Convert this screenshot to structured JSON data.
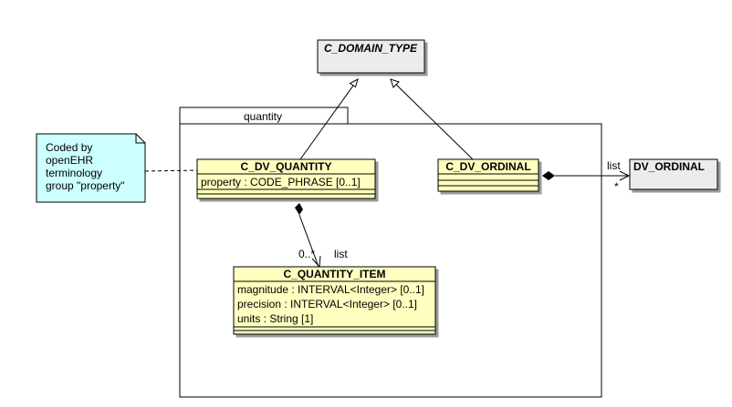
{
  "diagram": {
    "package": {
      "name": "quantity"
    },
    "classes": {
      "c_domain_type": {
        "name": "C_DOMAIN_TYPE"
      },
      "c_dv_quantity": {
        "name": "C_DV_QUANTITY",
        "attributes": [
          "property : CODE_PHRASE [0..1]"
        ]
      },
      "c_dv_ordinal": {
        "name": "C_DV_ORDINAL"
      },
      "dv_ordinal": {
        "name": "DV_ORDINAL"
      },
      "c_quantity_item": {
        "name": "C_QUANTITY_ITEM",
        "attributes": [
          "magnitude : INTERVAL<Integer> [0..1]",
          "precision : INTERVAL<Integer> [0..1]",
          "units : String [1]"
        ]
      }
    },
    "note": {
      "lines": [
        "Coded by",
        "openEHR",
        "terminology",
        "group \"property\""
      ]
    },
    "associations": {
      "ordinal_list": {
        "role": "list",
        "multiplicity": "*"
      },
      "quantity_list": {
        "role": "list",
        "multiplicity": "0..*"
      }
    }
  },
  "colors": {
    "class_fill": "#ffffc0",
    "abstract_fill": "#ececec",
    "note_fill": "#ccffff",
    "stroke": "#000000"
  }
}
